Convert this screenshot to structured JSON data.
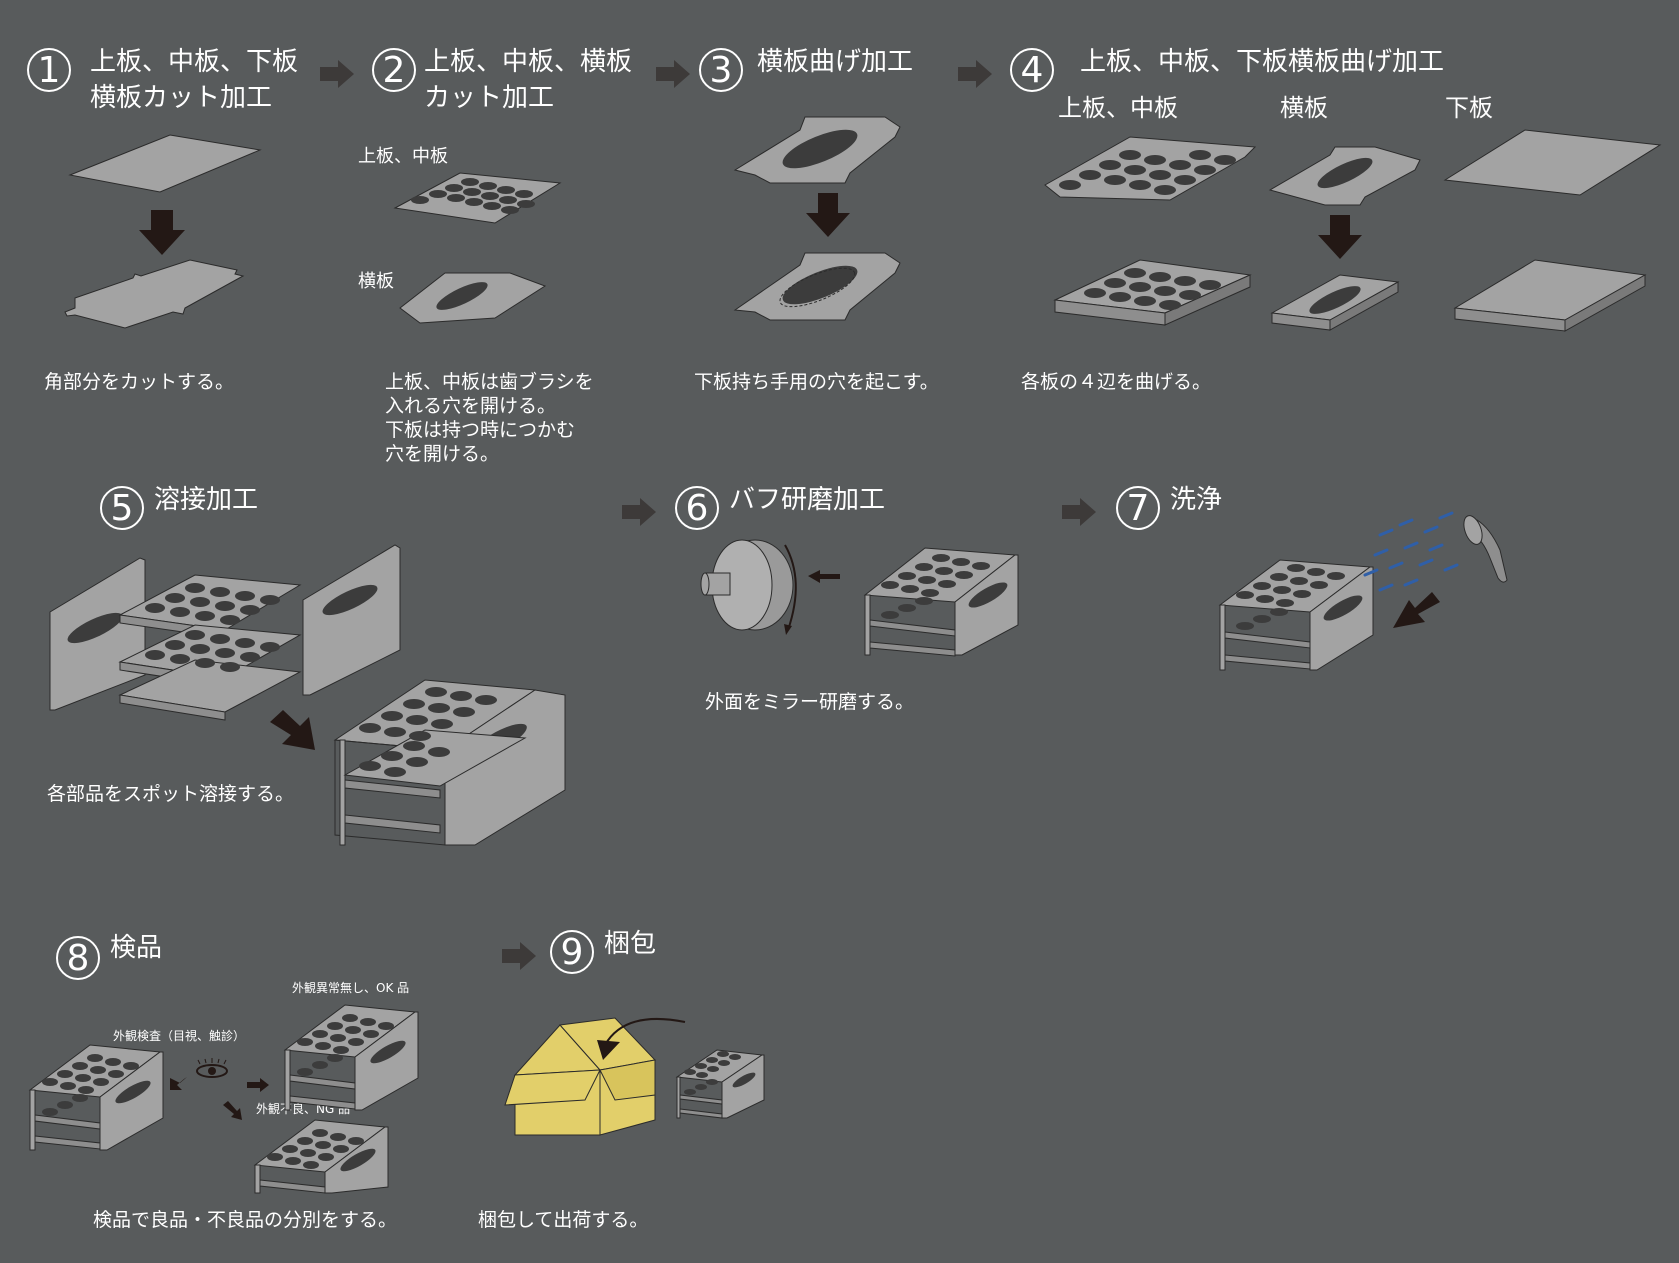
{
  "colors": {
    "background": "#585b5c",
    "plate": "#a3a3a3",
    "plate_edge": "#2b2b2b",
    "hole": "#3c3c3c",
    "arrow": "#231815",
    "step_arrow": "#3d3a39",
    "box": "#e2cf6a",
    "water": "#2f5fa8"
  },
  "steps": [
    {
      "num": "1",
      "title_lines": [
        "上板、中板、下板",
        "横板カット加工"
      ],
      "desc_lines": [
        "角部分をカットする。"
      ]
    },
    {
      "num": "2",
      "title_lines": [
        "上板、中板、横板",
        "カット加工"
      ],
      "labels": [
        "上板、中板",
        "横板"
      ],
      "desc_lines": [
        "上板、中板は歯ブラシを",
        "入れる穴を開ける。",
        "下板は持つ時につかむ",
        "穴を開ける。"
      ]
    },
    {
      "num": "3",
      "title_lines": [
        "横板曲げ加工"
      ],
      "desc_lines": [
        "下板持ち手用の穴を起こす。"
      ]
    },
    {
      "num": "4",
      "title_lines": [
        "上板、中板、下板横板曲げ加工"
      ],
      "labels": [
        "上板、中板",
        "横板",
        "下板"
      ],
      "desc_lines": [
        "各板の４辺を曲げる。"
      ]
    },
    {
      "num": "5",
      "title_lines": [
        "溶接加工"
      ],
      "desc_lines": [
        "各部品をスポット溶接する。"
      ]
    },
    {
      "num": "6",
      "title_lines": [
        "バフ研磨加工"
      ],
      "desc_lines": [
        "外面をミラー研磨する。"
      ]
    },
    {
      "num": "7",
      "title_lines": [
        "洗浄"
      ],
      "desc_lines": []
    },
    {
      "num": "8",
      "title_lines": [
        "検品"
      ],
      "labels": [
        "外観検査（目視、触診）",
        "外観異常無し、OK 品",
        "外観不良、NG 品"
      ],
      "desc_lines": [
        "検品で良品・不良品の分別をする。"
      ]
    },
    {
      "num": "9",
      "title_lines": [
        "梱包"
      ],
      "desc_lines": [
        "梱包して出荷する。"
      ]
    }
  ]
}
